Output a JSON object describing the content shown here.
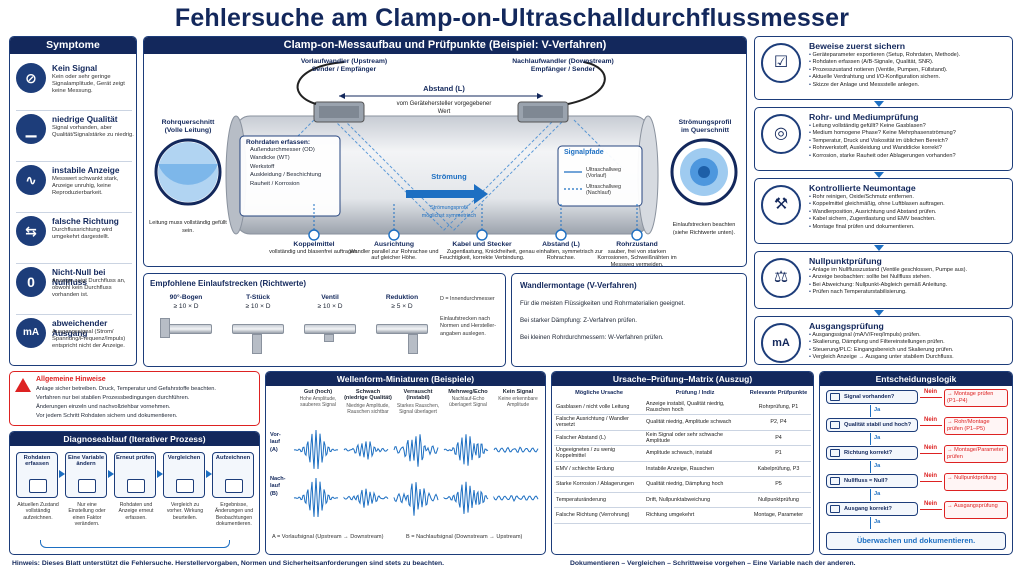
{
  "title": "Fehlersuche am Clamp-on-Ultraschalldurchflussmesser",
  "symptome": {
    "heading": "Symptome",
    "items": [
      {
        "title": "Kein Signal",
        "desc": "Kein oder sehr geringe Signalamplitude, Gerät zeigt keine Messung.",
        "icon": "no-signal-icon"
      },
      {
        "title": "niedrige Qualität",
        "desc": "Signal vorhanden, aber Qualität/Signalstärke zu niedrig.",
        "icon": "low-quality-icon"
      },
      {
        "title": "instabile Anzeige",
        "desc": "Messwert schwankt stark, Anzeige unruhig, keine Reproduzierbarkeit.",
        "icon": "unstable-wave-icon"
      },
      {
        "title": "falsche Richtung",
        "desc": "Durchflussrichtung wird umgekehrt dargestellt.",
        "icon": "reverse-arrow-icon"
      },
      {
        "title": "Nicht-Null bei Nullfluss",
        "desc": "Anzeige zeigt Durchfluss an, obwohl kein Durchfluss vorhanden ist.",
        "icon": "zero-icon"
      },
      {
        "title": "abweichender Ausgang",
        "desc": "Ausgangssignal (Strom/ Spannung/Frequenz/Impuls) entspricht nicht der Anzeige.",
        "icon": "output-ma-icon"
      }
    ]
  },
  "setup": {
    "heading": "Clamp-on-Messaufbau und Prüfpunkte (Beispiel: V-Verfahren)",
    "upstream": "Vorlaufwandler (Upstream)\nSender / Empfänger",
    "downstream": "Nachlaufwandler (Downstream)\nEmpfänger / Sender",
    "distance": "Abstand (L)",
    "distance_note": "vom Gerätehersteller vorgegebener Wert",
    "cross_left": "Rohrquerschnitt\n(Volle Leitung)",
    "cross_left_note": "Leitung muss vollständig gefüllt sein.",
    "cross_right": "Strömungsprofil\nim Querschnitt",
    "cross_right_note": "Einlaufstrecken beachten\n(siehe Richtwerte unten).",
    "pipedata_title": "Rohrdaten erfassen:",
    "pipedata": [
      "Außendurchmesser (OD)",
      "Wandicke (WT)",
      "Werkstoff",
      "Auskleidung / Beschichtung",
      "Rauheit / Korrosion"
    ],
    "flow": "Strömung",
    "flow_note": "Strömungsprofil\nmöglichst symmetrisch",
    "paths_title": "Signalpfade",
    "paths": [
      "Ultraschallweg\n(Vorlauf)",
      "Ultraschallweg\n(Nachlauf)"
    ],
    "checkpoints": [
      {
        "title": "Koppelmittel",
        "desc": "vollständig und blasenfrei auftragen."
      },
      {
        "title": "Ausrichtung",
        "desc": "Wandler parallel zur Rohrachse und auf gleicher Höhe."
      },
      {
        "title": "Kabel und Stecker",
        "desc": "Zugentlastung, Knickfreiheit, Feuchtigkeit, korrekte Verbindung."
      },
      {
        "title": "Abstand (L)",
        "desc": "genau einhalten, symmetrisch zur Rohrachse."
      },
      {
        "title": "Rohrzustand",
        "desc": "sauber, frei von starken Korrosionen, Schweißnähten im Messweg vermeiden."
      }
    ]
  },
  "inlet": {
    "heading": "Empfohlene Einlaufstrecken (Richtwerte)",
    "items": [
      {
        "name": "90°-Bogen",
        "value": "≥ 10 × D"
      },
      {
        "name": "T-Stück",
        "value": "≥ 10 × D"
      },
      {
        "name": "Ventil",
        "value": "≥ 10 × D"
      },
      {
        "name": "Reduktion",
        "value": "≥ 5 × D"
      }
    ],
    "legend": "D = Innendurchmesser",
    "note": "Einlaufstrecken nach Normen und Hersteller-angaben auslegen."
  },
  "vmount": {
    "heading": "Wandlermontage (V-Verfahren)",
    "items": [
      "Für die meisten Flüssigkeiten und Rohrmaterialien geeignet.",
      "Bei starker Dämpfung: Z-Verfahren prüfen.",
      "Bei kleinen Rohrdurchmessern: W-Verfahren prüfen."
    ]
  },
  "hints": {
    "heading": "Allgemeine Hinweise",
    "items": [
      "Anlage sicher betreiben. Druck, Temperatur und Gefahrstoffe beachten.",
      "Verfahren nur bei stabilen Prozessbedingungen durchführen.",
      "Änderungen einzeln und nachvollziehbar vornehmen.",
      "Vor jedem Schritt Rohdaten sichern und dokumentieren."
    ]
  },
  "process": {
    "heading": "Diagnoseablauf (Iterativer Prozess)",
    "steps": [
      {
        "title": "Rohdaten erfassen",
        "desc": "Aktuellen Zustand vollständig aufzeichnen."
      },
      {
        "title": "Eine Variable ändern",
        "desc": "Nur eine Einstellung oder einen Faktor verändern."
      },
      {
        "title": "Erneut prüfen",
        "desc": "Rohdaten und Anzeige erneut erfassen."
      },
      {
        "title": "Vergleichen",
        "desc": "Vergleich zu vorher. Wirkung beurteilen."
      },
      {
        "title": "Aufzeichnen",
        "desc": "Ergebnisse, Änderungen und Beobachtungen dokumentieren."
      }
    ]
  },
  "waveform": {
    "heading": "Wellenform-Miniaturen (Beispiele)",
    "columns": [
      {
        "title": "Gut (hoch)",
        "desc": "Hohe Amplitude, sauberes Signal"
      },
      {
        "title": "Schwach\n(niedrige Qualität)",
        "desc": "Niedrige Amplitude, Rauschen sichtbar"
      },
      {
        "title": "Verrauscht\n(instabil)",
        "desc": "Starkes Rauschen, Signal überlagert"
      },
      {
        "title": "Mehrweg/Echo",
        "desc": "Nachlauf-Echo überlagert Signal"
      },
      {
        "title": "Kein Signal",
        "desc": "Keine erkennbare Amplitude"
      }
    ],
    "rows": [
      "Vor-\nlauf\n(A)",
      "Nach-\nlauf\n(B)"
    ],
    "legend_a": "A = Vorlaufsignal (Upstream → Downstream)",
    "legend_b": "B = Nachlaufsignal (Downstream → Upstream)"
  },
  "matrix": {
    "heading": "Ursache–Prüfung–Matrix (Auszug)",
    "headers": [
      "Mögliche Ursache",
      "Prüfung / Indiz",
      "Relevante Prüfpunkte"
    ],
    "rows": [
      [
        "Gasblasen / nicht volle Leitung",
        "Anzeige instabil, Qualität niedrig, Rauschen hoch",
        "Rohrprüfung, P1"
      ],
      [
        "Falsche Ausrichtung / Wandler versetzt",
        "Qualität niedrig, Amplitude schwach",
        "P2, P4"
      ],
      [
        "Falscher Abstand (L)",
        "Kein Signal oder sehr schwache Amplitude",
        "P4"
      ],
      [
        "Ungeeignetes / zu wenig Koppelmittel",
        "Amplitude schwach, instabil",
        "P1"
      ],
      [
        "EMV / schlechte Erdung",
        "Instabile Anzeige, Rauschen",
        "Kabelprüfung, P3"
      ],
      [
        "Starke Korrosion / Ablagerungen",
        "Qualität niedrig, Dämpfung hoch",
        "P5"
      ],
      [
        "Temperaturänderung",
        "Drift, Nullpunktabweichung",
        "Nullpunktprüfung"
      ],
      [
        "Falsche Richtung (Verrohrung)",
        "Richtung umgekehrt",
        "Montage, Parameter"
      ]
    ]
  },
  "checks": [
    {
      "title": "Beweise zuerst sichern",
      "items": [
        "Geräteparameter exportieren (Setup, Rohrdaten, Methode).",
        "Rohdaten erfassen (A/B-Signale, Qualität, SNR).",
        "Prozesszustand notieren (Ventile, Pumpen, Füllstand).",
        "Aktuelle Verdrahtung und I/O-Konfiguration sichern.",
        "Skizze der Anlage und Messstelle anlegen."
      ]
    },
    {
      "title": "Rohr- und Mediumprüfung",
      "items": [
        "Leitung vollständig gefüllt? Keine Gasblasen?",
        "Medium homogene Phase? Keine Mehrphasenströmung?",
        "Temperatur, Druck und Viskosität im üblichen Bereich?",
        "Rohrwerkstoff, Auskleidung und Wanddicke korrekt?",
        "Korrosion, starke Rauheit oder Ablagerungen vorhanden?"
      ]
    },
    {
      "title": "Kontrollierte Neumontage",
      "items": [
        "Rohr reinigen, Oxide/Schmutz entfernen.",
        "Koppelmittel gleichmäßig, ohne Luftblasen auftragen.",
        "Wandlerposition, Ausrichtung und Abstand prüfen.",
        "Kabel sichern, Zugentlastung und EMV beachten.",
        "Montage final prüfen und dokumentieren."
      ]
    },
    {
      "title": "Nullpunktprüfung",
      "items": [
        "Anlage im Nullflusszustand (Ventile geschlossen, Pumpe aus).",
        "Anzeige beobachten: sollte bei Nullfluss stehen.",
        "Bei Abweichung: Nullpunkt-Abgleich gemäß Anleitung.",
        "Prüfen nach Temperaturstabilisierung."
      ]
    },
    {
      "title": "Ausgangsprüfung",
      "items": [
        "Ausgangssignal (mA/V/Freq/Impuls) prüfen.",
        "Skalierung, Dämpfung und Filtereinstellungen prüfen.",
        "Steuerung/PLC: Eingangsbereich und Skalierung prüfen.",
        "Vergleich Anzeige → Ausgang unter stabilem Durchfluss."
      ]
    }
  ],
  "decision": {
    "heading": "Entscheidungslogik",
    "questions": [
      "Signal vorhanden?",
      "Qualität stabil und hoch?",
      "Richtung korrekt?",
      "Nullfluss ≈ Null?",
      "Ausgang korrekt?"
    ],
    "no_label": "Nein",
    "yes_label": "Ja",
    "no_actions": [
      "→ Montage prüfen (P1–P4)",
      "→ Rohr/Montage prüfen (P1–P5)",
      "→ Montage/Parameter prüfen",
      "→ Nullpunktprüfung",
      "→ Ausgangsprüfung"
    ],
    "final": "Überwachen und dokumentieren."
  },
  "footer": {
    "left": "Hinweis: Dieses Blatt unterstützt die Fehlersuche. Herstellervorgaben, Normen und Sicherheitsanforderungen sind stets zu beachten.",
    "right": "Dokumentieren – Vergleichen – Schrittweise vorgehen – Eine Variable nach der anderen."
  },
  "colors": {
    "navy": "#13285c",
    "blue": "#1d6fc2",
    "red": "#d22"
  }
}
